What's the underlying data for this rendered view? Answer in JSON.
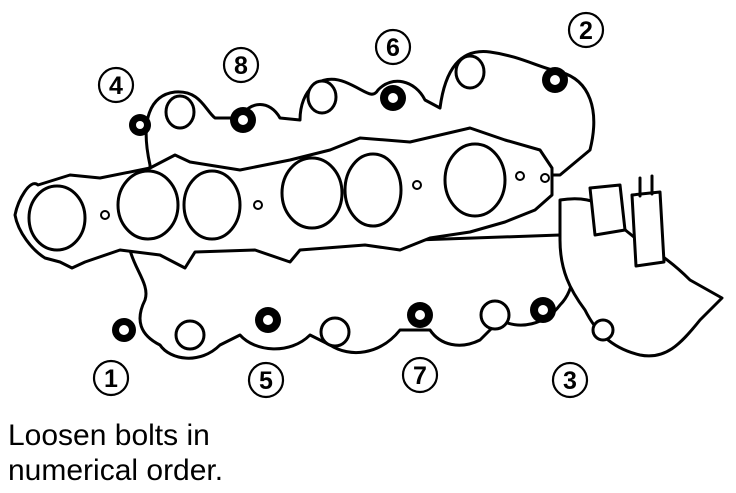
{
  "caption": {
    "line1": "Loosen bolts in",
    "line2": "numerical order."
  },
  "bolt_labels": {
    "b1": "1",
    "b2": "2",
    "b3": "3",
    "b4": "4",
    "b5": "5",
    "b6": "6",
    "b7": "7",
    "b8": "8"
  }
}
